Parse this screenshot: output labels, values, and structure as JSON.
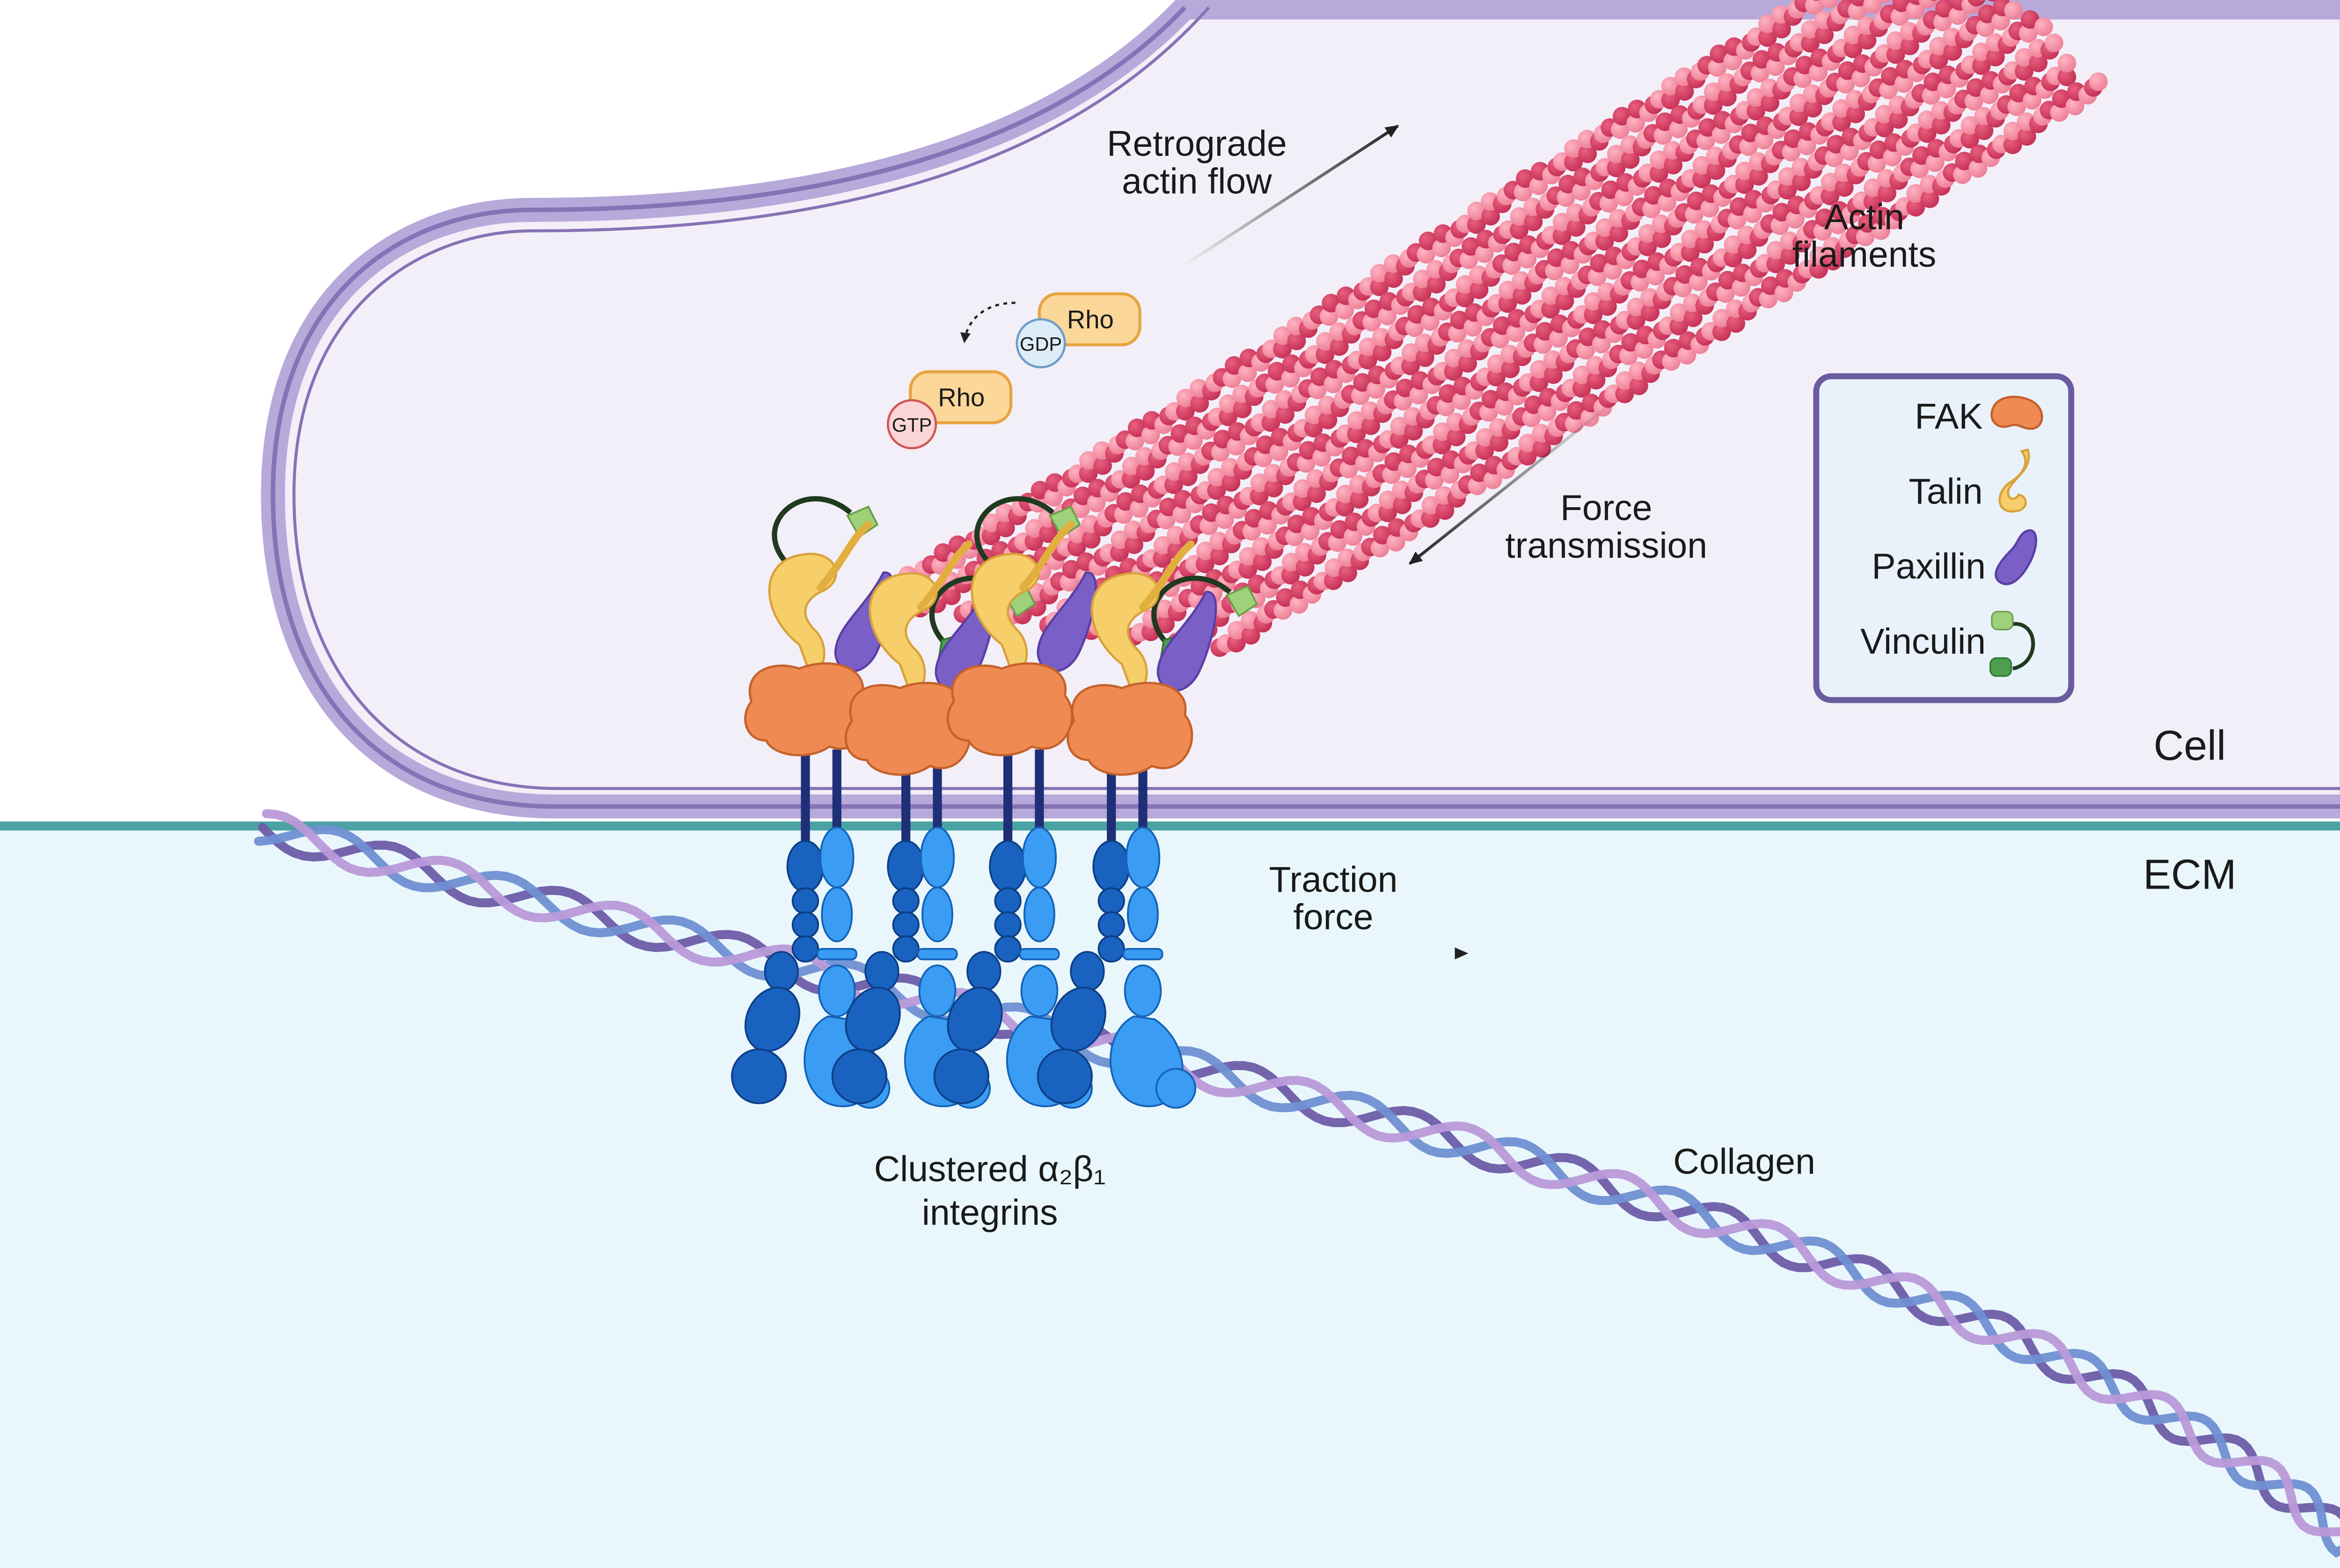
{
  "regions": {
    "cell": "Cell",
    "ecm": "ECM"
  },
  "labels": {
    "retrograde_line1": "Retrograde",
    "retrograde_line2": "actin flow",
    "actin_line1": "Actin",
    "actin_line2": "filaments",
    "force_line1": "Force",
    "force_line2": "transmission",
    "traction_line1": "Traction",
    "traction_line2": "force",
    "integrins_line1": "Clustered α₂β₁",
    "integrins_line2": "integrins",
    "collagen": "Collagen"
  },
  "rho": {
    "gdp_name": "Rho",
    "gdp_nucleotide": "GDP",
    "gtp_name": "Rho",
    "gtp_nucleotide": "GTP"
  },
  "legend": {
    "items": [
      {
        "label": "FAK",
        "icon": "fak-icon"
      },
      {
        "label": "Talin",
        "icon": "talin-icon"
      },
      {
        "label": "Paxillin",
        "icon": "paxillin-icon"
      },
      {
        "label": "Vinculin",
        "icon": "vinculin-icon"
      }
    ]
  },
  "colors": {
    "cell_fill": "#f3eff8",
    "membrane": "#9a88c6",
    "ecm_fill": "#e9f7fc",
    "ecm_line": "#4aa3a3",
    "actin_dark": "#d03c61",
    "actin_light": "#f28aa0",
    "fak": "#ee8a52",
    "talin": "#f6cf6b",
    "paxillin": "#7a5fc6",
    "vinculin_light": "#9fd07a",
    "vinculin_dark": "#4f9e50",
    "integrin_dark": "#1a62c0",
    "integrin_light": "#3a9cf2",
    "collagen_a": "#6d5ca8",
    "collagen_b": "#b999d8",
    "collagen_c": "#6f8fd2"
  }
}
